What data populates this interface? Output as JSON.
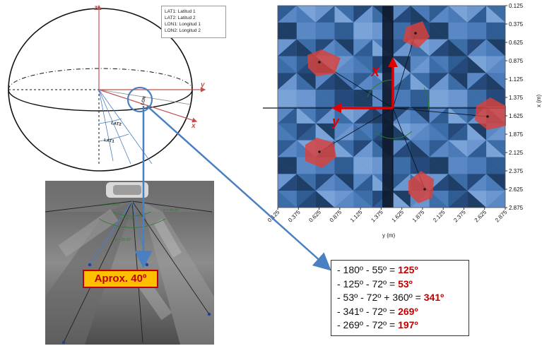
{
  "sphere": {
    "axis_z": "z",
    "axis_y": "y",
    "axis_x": "x",
    "label_lon": "LON",
    "label_lat1": "LAT1",
    "label_lat2": "LAT2"
  },
  "legend": [
    "LAT1: Latitud 1",
    "LAT2: Latitud 2",
    "LON1: Longitud 1",
    "LON2: Longitud 2"
  ],
  "photo": {
    "angles": [
      "β = 45.45°",
      "γ = 47.6°",
      "α = 45.00°",
      "β = 36.56°"
    ],
    "badge": "Aprox. 40º"
  },
  "grid_plot": {
    "right_ticks": [
      "0.125",
      "0.375",
      "0.625",
      "0.875",
      "1.125",
      "1.375",
      "1.625",
      "1.875",
      "2.125",
      "2.375",
      "2.625",
      "2.875"
    ],
    "right_axis_label": "x (m)",
    "bottom_ticks": [
      "0.125",
      "0.375",
      "0.625",
      "0.875",
      "1.125",
      "1.375",
      "1.625",
      "1.875",
      "2.125",
      "2.375",
      "2.625",
      "2.875"
    ],
    "bottom_axis_label": "y (m)",
    "arrow_x_label": "X",
    "arrow_y_label": "y"
  },
  "calculations": [
    {
      "expr": "- 180º - 55º = ",
      "result": "125º"
    },
    {
      "expr": "- 125º - 72º = ",
      "result": "53º"
    },
    {
      "expr": "- 53º - 72º + 360º = ",
      "result": "341º"
    },
    {
      "expr": "- 341º - 72º = ",
      "result": "269º"
    },
    {
      "expr": "- 269º - 72º = ",
      "result": "197º"
    }
  ],
  "colors": {
    "accent_red": "#c00000",
    "arrow_blue": "#4a7fc1",
    "badge_fill": "#ffc000",
    "grid_blue_light": "#6b9bd6",
    "grid_blue_dark": "#1e3a5f"
  }
}
